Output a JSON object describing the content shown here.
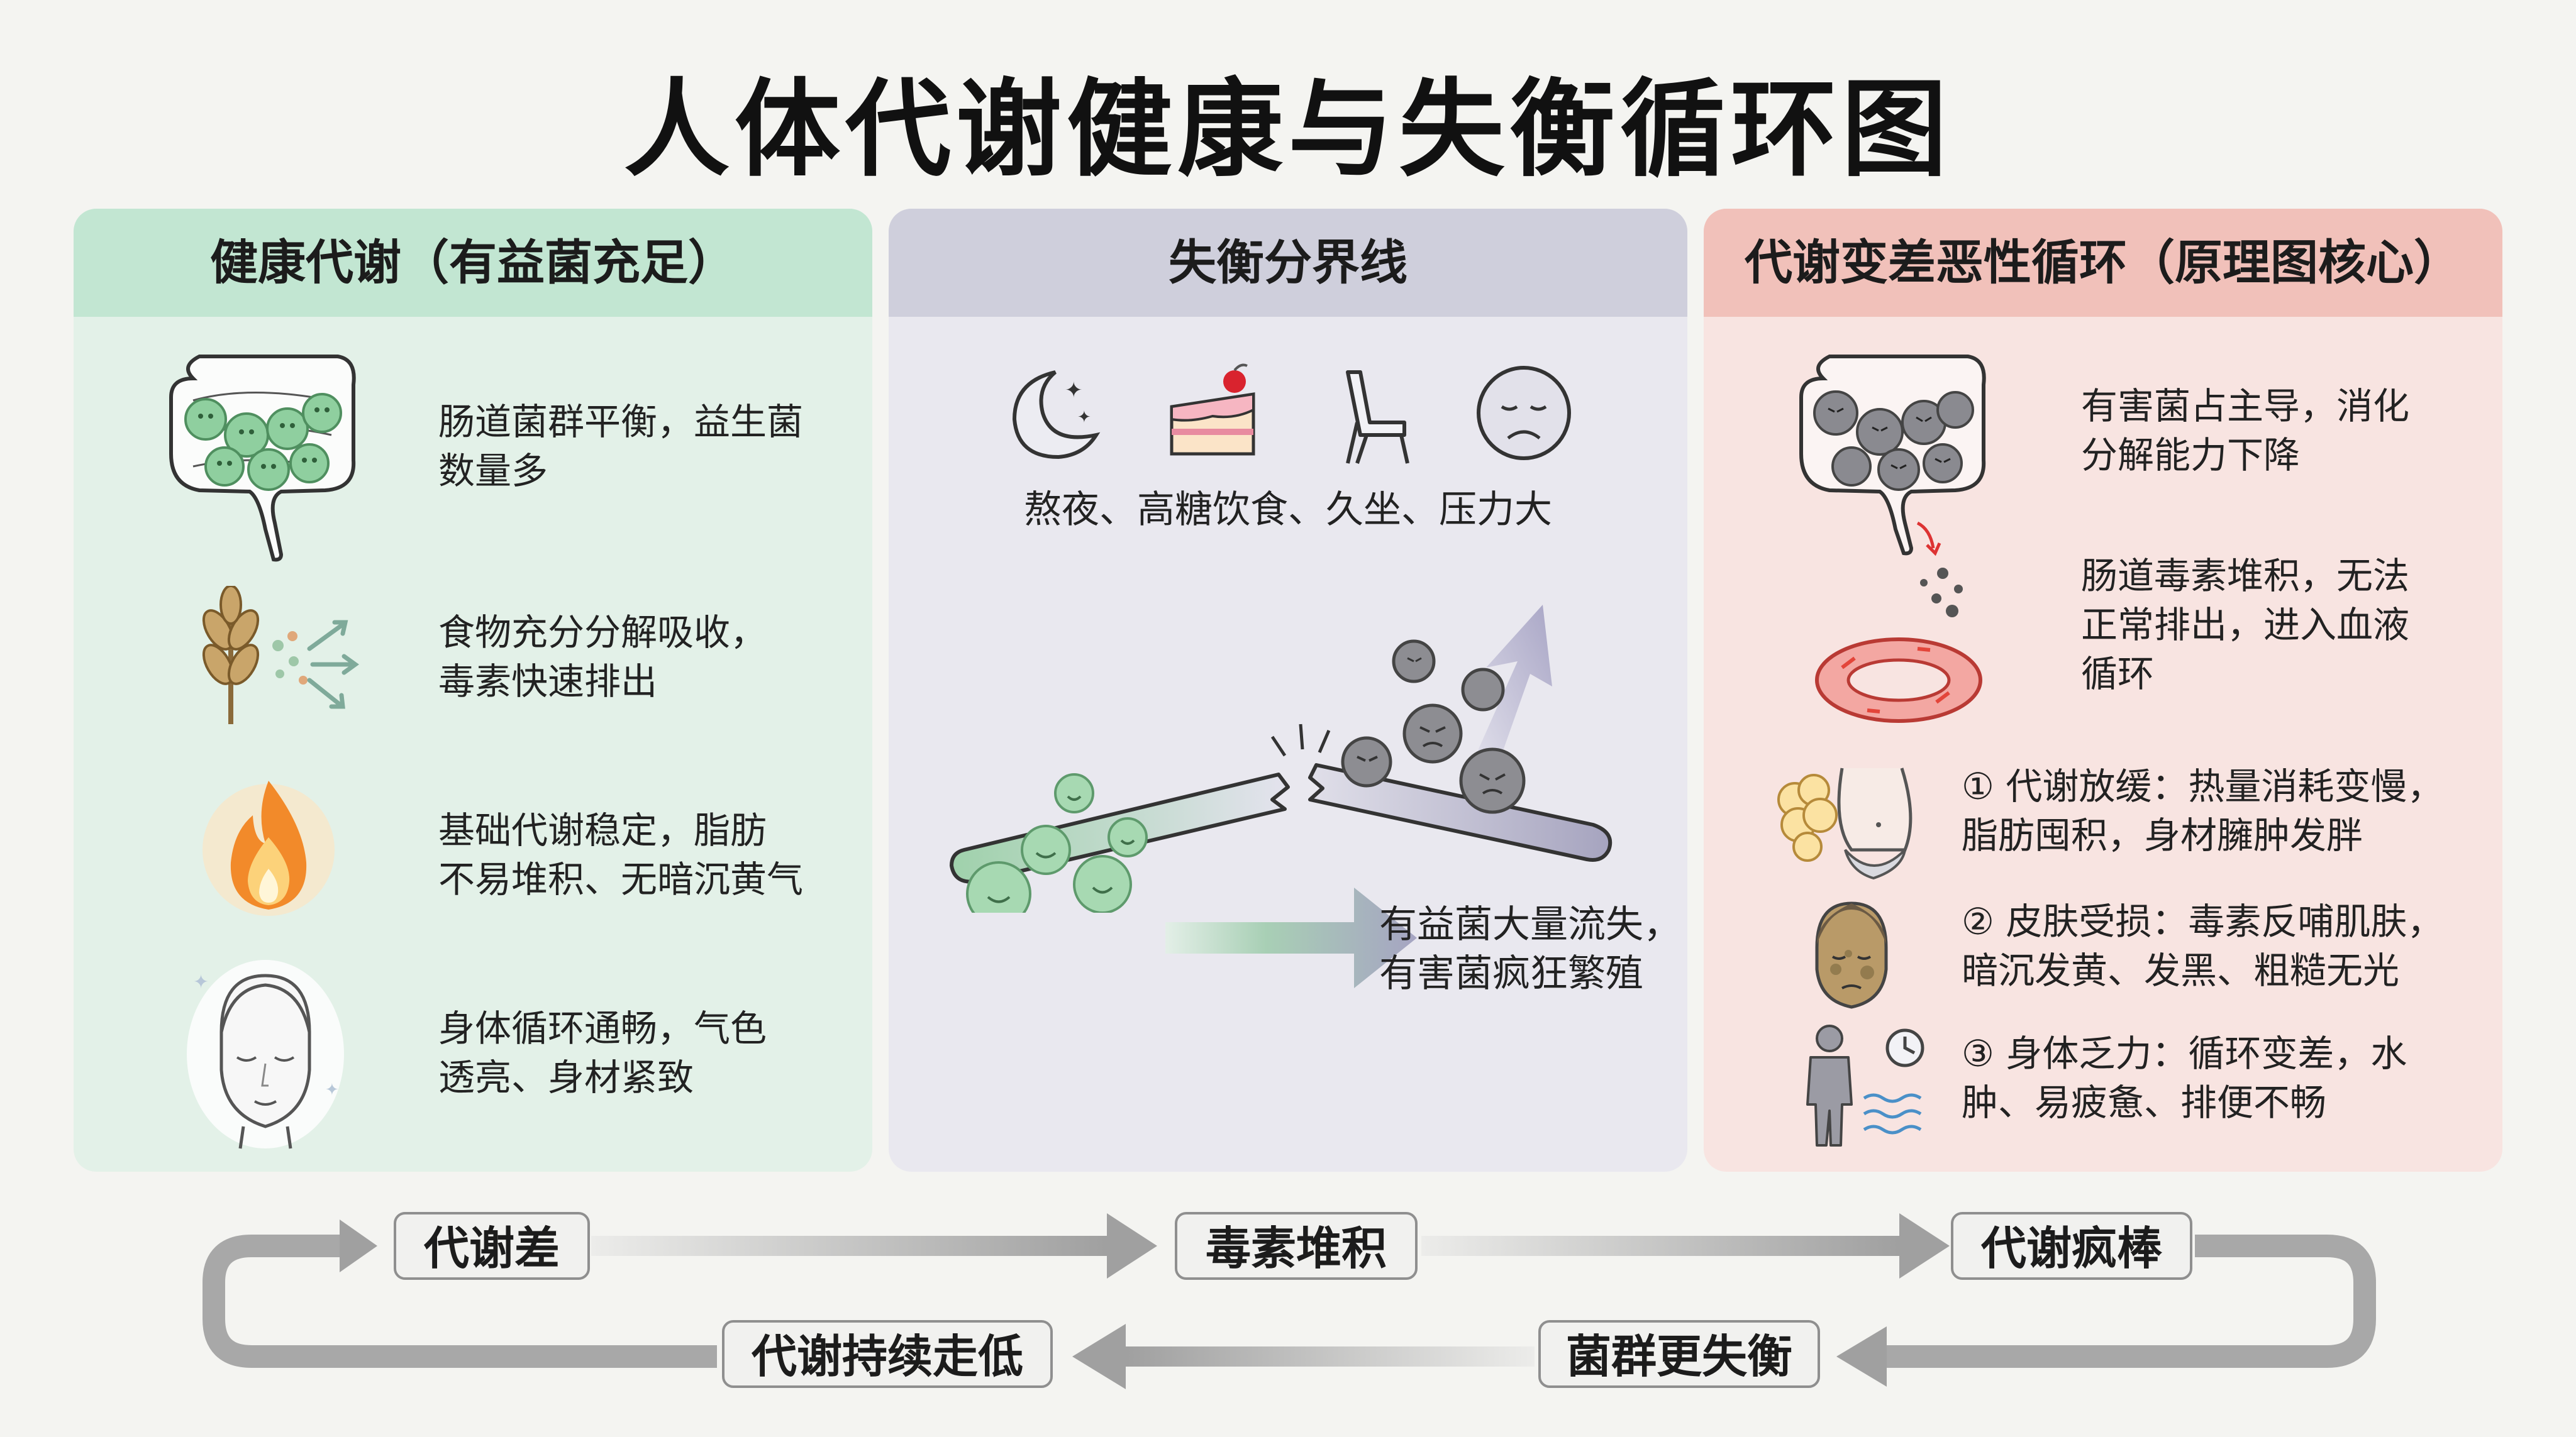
{
  "title": "人体代谢健康与失衡循环图",
  "panels": {
    "healthy": {
      "heading": "健康代谢（有益菌充足）",
      "items": [
        {
          "icon": "intestine-healthy-icon",
          "lines": [
            "肠道菌群平衡，益生菌",
            "数量多"
          ]
        },
        {
          "icon": "wheat-absorb-icon",
          "lines": [
            "食物充分分解吸收，",
            "毒素快速排出"
          ]
        },
        {
          "icon": "flame-icon",
          "lines": [
            "基础代谢稳定，脂肪",
            "不易堆积、无暗沉黄气"
          ]
        },
        {
          "icon": "glowing-face-icon",
          "lines": [
            "身体循环通畅，气色",
            "透亮、身材紧致"
          ]
        }
      ]
    },
    "divider": {
      "heading": "失衡分界线",
      "causes_icons": [
        "moon-stars-icon",
        "cake-icon",
        "chair-icon",
        "sad-face-icon"
      ],
      "causes_text": "熬夜、高糖饮食、久坐、压力大",
      "result_lines": [
        "有益菌大量流失，",
        "有害菌疯狂繁殖"
      ]
    },
    "vicious": {
      "heading": "代谢变差恶性循环（原理图核心）",
      "items": [
        {
          "icon": "intestine-harmful-icon",
          "lines": [
            "有害菌占主导，消化",
            "分解能力下降"
          ]
        },
        {
          "icon": "toxin-blood-ring-icon",
          "lines": [
            "肠道毒素堆积，无法",
            "正常排出，进入血液",
            "循环"
          ]
        },
        {
          "icon": "belly-fat-icon",
          "lines": [
            "① 代谢放缓：热量消耗变慢，",
            "脂肪囤积，身材臃肿发胖"
          ]
        },
        {
          "icon": "dull-face-icon",
          "lines": [
            "② 皮肤受损：毒素反哺肌肤，",
            "暗沉发黄、发黑、粗糙无光"
          ]
        },
        {
          "icon": "fatigue-person-icon",
          "lines": [
            "③ 身体乏力：循环变差，水",
            "肿、易疲惫、排便不畅"
          ]
        }
      ]
    }
  },
  "cycle": {
    "top": [
      "代谢差",
      "毒素堆积",
      "代谢疯棒"
    ],
    "bottom": [
      "代谢持续走低",
      "菌群更失衡"
    ]
  },
  "colors": {
    "healthy_green": "#8fcf9f",
    "divider_purple": "#b4b2cc",
    "vicious_red": "#e3453a",
    "arrow_gray": "#a8a8a8"
  }
}
